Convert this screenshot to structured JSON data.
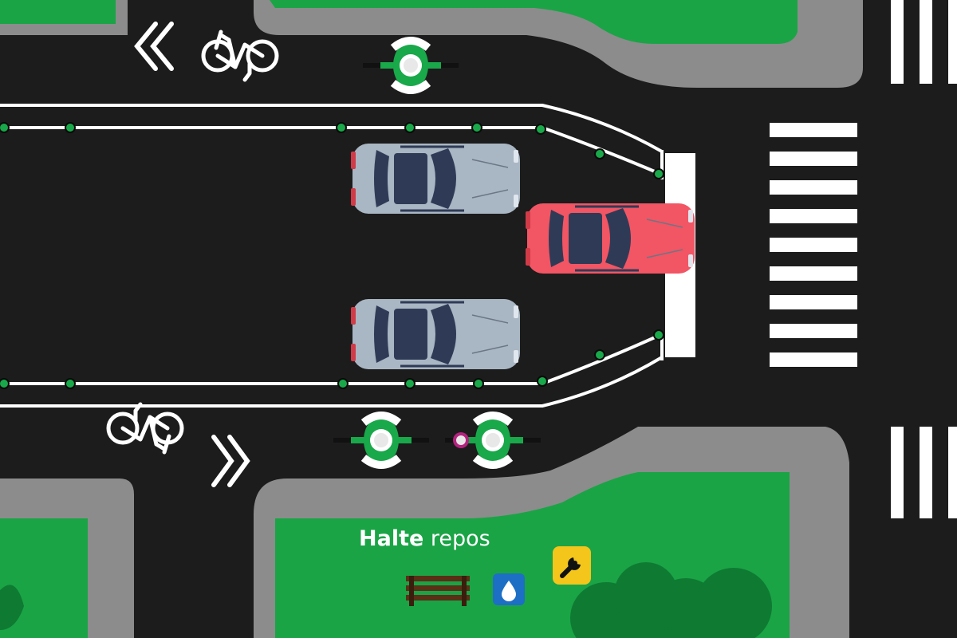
{
  "scene": {
    "type": "top-down street illustration",
    "colors": {
      "road": "#1c1c1c",
      "curb": "#8c8c8c",
      "grass": "#1aa446",
      "marking": "#ffffff",
      "bollard": "#19a84a",
      "parked_car": "#a9b6c3",
      "car_roof": "#2f3b56",
      "red_car": "#f25564"
    },
    "cars": [
      {
        "name": "parked-car-top",
        "color": "light-gray-blue",
        "heading": "right"
      },
      {
        "name": "parked-car-bottom",
        "color": "light-gray-blue",
        "heading": "right"
      },
      {
        "name": "red-car",
        "color": "red",
        "heading": "right",
        "stopped_at": "stop-line"
      }
    ],
    "cyclists": [
      {
        "name": "cyclist-top",
        "lane": "top",
        "heading": "left"
      },
      {
        "name": "cyclist-bottom-1",
        "lane": "bottom",
        "heading": "right"
      },
      {
        "name": "cyclist-with-child",
        "lane": "bottom",
        "heading": "right",
        "note": "child seat"
      }
    ],
    "bike_lane_symbols": [
      {
        "name": "bike-symbol-top",
        "icon": "bicycle-icon",
        "arrow": "chevron-left",
        "direction": "left"
      },
      {
        "name": "bike-symbol-bottom",
        "icon": "bicycle-icon",
        "arrow": "chevron-right",
        "direction": "right"
      }
    ],
    "crosswalk": {
      "stripes": 9
    }
  },
  "halte": {
    "label_bold": "Halte",
    "label_regular": " repos",
    "icons": [
      "bench-icon",
      "water-drop-icon",
      "wrench-icon"
    ],
    "icon_colors": {
      "water": "#1d6fc5",
      "wrench": "#f4c51b",
      "bench": "#5a2f16"
    }
  }
}
